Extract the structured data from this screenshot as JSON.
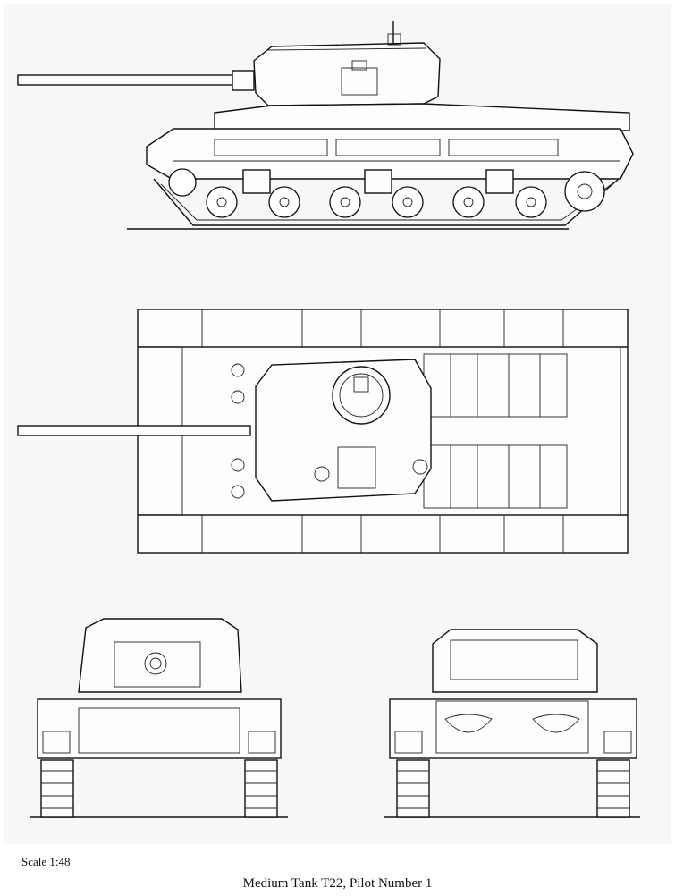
{
  "plate": {
    "scale_label": "Scale  1:48",
    "caption": "Medium Tank T22, Pilot Number 1"
  },
  "views": [
    {
      "name": "side-elevation"
    },
    {
      "name": "top-plan"
    },
    {
      "name": "front-elevation"
    },
    {
      "name": "rear-elevation"
    }
  ]
}
